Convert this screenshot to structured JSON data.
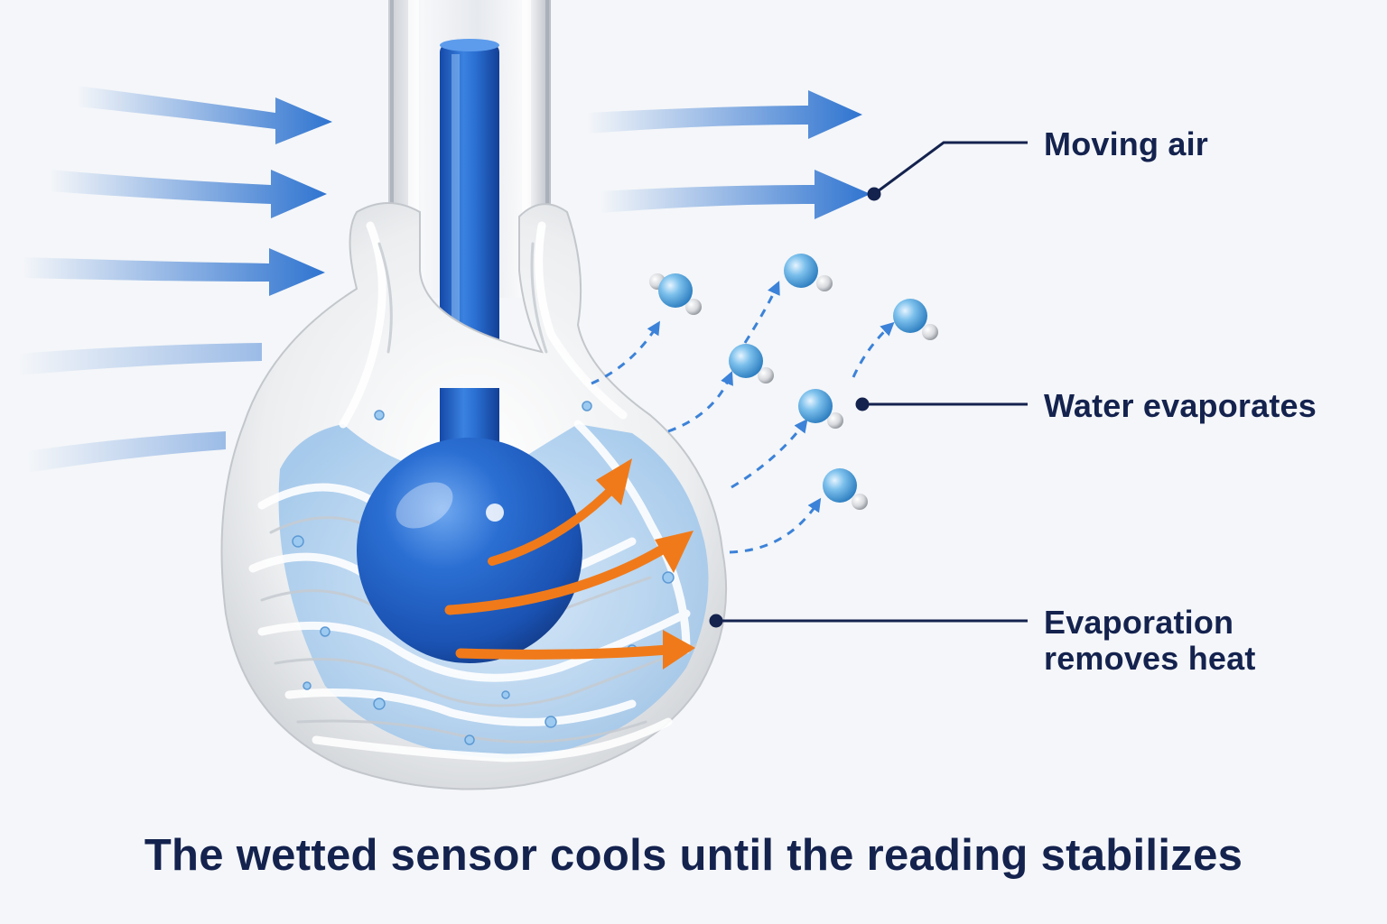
{
  "labels": {
    "moving_air": "Moving air",
    "water_evaporates": "Water evaporates",
    "evaporation_removes_heat": [
      "Evaporation",
      "removes heat"
    ]
  },
  "caption": "The wetted sensor cools until the reading stabilizes",
  "colors": {
    "text": "#14224e",
    "airflow": "#2f74d0",
    "liquid": "#1f5fc4",
    "heat_arrow": "#f07a1a",
    "wick": "#e8e9ea",
    "water": "#7fb4e6",
    "molecule": "#59a6dc"
  },
  "icons": [
    "airflow-arrow",
    "thermometer",
    "wet-wick",
    "water-molecule",
    "heat-arrow"
  ]
}
